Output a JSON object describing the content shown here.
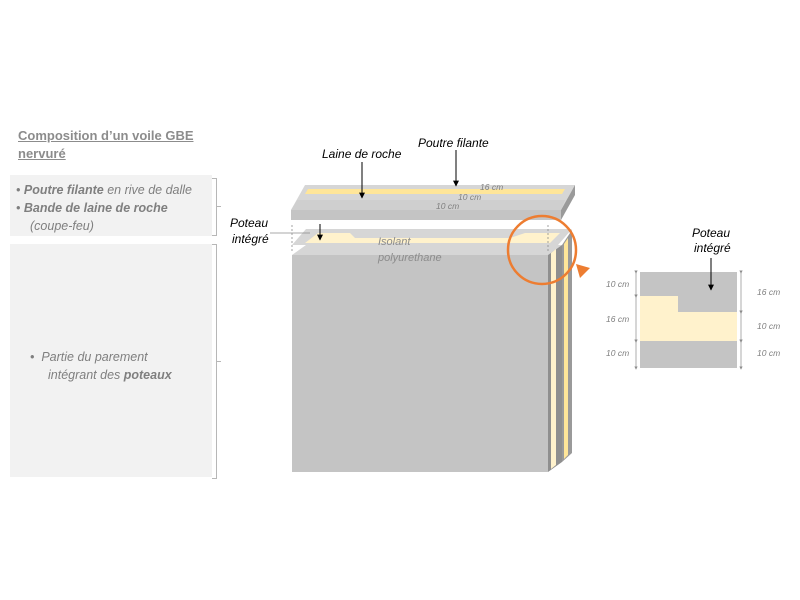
{
  "title": "Composition d’un voile GBE nervuré",
  "panel_top": {
    "item1_bold": "Poutre filante",
    "item1_rest": " en rive de dalle",
    "item2_bold": "Bande de laine de roche",
    "item2_rest": "(coupe-feu)"
  },
  "panel_bottom": {
    "item1_prefix": "Partie du parement",
    "item1_mid": "intégrant des ",
    "item1_bold": "poteaux"
  },
  "labels": {
    "laine": "Laine de roche",
    "poutre": "Poutre filante",
    "poteau_line1": "Poteau",
    "poteau_line2": "intégré",
    "isolant_line1": "Isolant",
    "isolant_line2": "polyurethane",
    "detail_line1": "Poteau",
    "detail_line2": "intégré"
  },
  "dimensions": {
    "top_16": "16 cm",
    "top_10a": "10 cm",
    "top_10b": "10 cm",
    "left_10_top": "10 cm",
    "left_16": "16 cm",
    "left_10_bottom": "10 cm",
    "right_16": "16 cm",
    "right_10_mid": "10 cm",
    "right_10_bottom": "10 cm"
  },
  "colors": {
    "concrete": "#c4c4c4",
    "concrete_dark": "#8f8f8f",
    "concrete_top": "#d6d6d6",
    "insulation": "#fff2cc",
    "rockwool": "#ffe699",
    "accent": "#ed7d31",
    "panel": "#f2f2f2"
  },
  "icons": {
    "arrow": "orange-arrow-icon",
    "highlight": "circle-highlight"
  }
}
